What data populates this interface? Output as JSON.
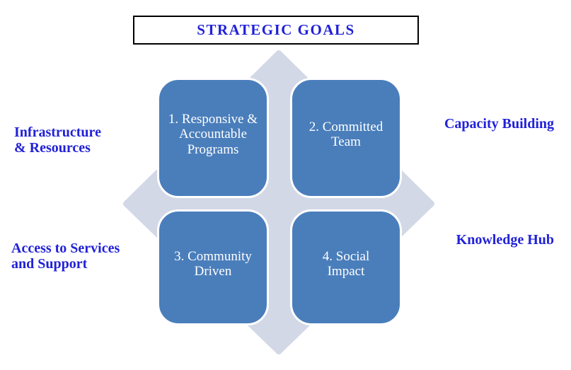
{
  "diagram": {
    "title": "STRATEGIC GOALS",
    "quadrants": [
      {
        "label": "1. Responsive &\nAccountable\nPrograms"
      },
      {
        "label": "2. Committed\nTeam"
      },
      {
        "label": "3. Community\nDriven"
      },
      {
        "label": "4. Social\nImpact"
      }
    ],
    "side_labels": {
      "top_left": "Infrastructure\n& Resources",
      "top_right": "Capacity Building",
      "bottom_left": "Access to Services\nand Support",
      "bottom_right": "Knowledge Hub"
    },
    "colors": {
      "quadrant_fill": "#4A7EBB",
      "quadrant_text": "#FFFFFF",
      "diamond_fill": "#D3D8E7",
      "label_text": "#2121D8",
      "title_border": "#000000"
    }
  }
}
